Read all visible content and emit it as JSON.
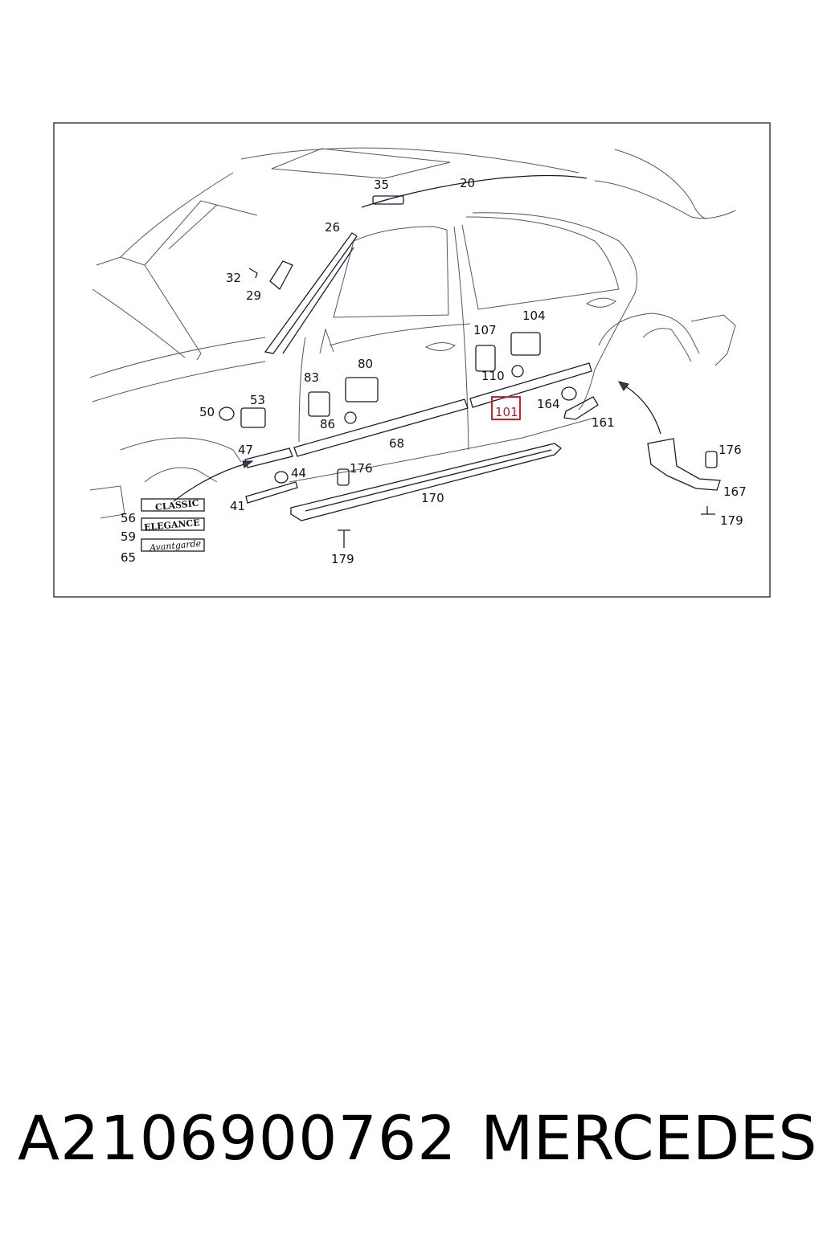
{
  "diagram": {
    "callouts": [
      {
        "id": "c20",
        "label": "20"
      },
      {
        "id": "c35",
        "label": "35"
      },
      {
        "id": "c26",
        "label": "26"
      },
      {
        "id": "c32",
        "label": "32"
      },
      {
        "id": "c29",
        "label": "29"
      },
      {
        "id": "c107",
        "label": "107"
      },
      {
        "id": "c104",
        "label": "104"
      },
      {
        "id": "c83",
        "label": "83"
      },
      {
        "id": "c80",
        "label": "80"
      },
      {
        "id": "c110",
        "label": "110"
      },
      {
        "id": "c50",
        "label": "50"
      },
      {
        "id": "c53",
        "label": "53"
      },
      {
        "id": "c86",
        "label": "86"
      },
      {
        "id": "c164",
        "label": "164"
      },
      {
        "id": "c101",
        "label": "101"
      },
      {
        "id": "c161",
        "label": "161"
      },
      {
        "id": "c47",
        "label": "47"
      },
      {
        "id": "c68",
        "label": "68"
      },
      {
        "id": "c176a",
        "label": "176"
      },
      {
        "id": "c176b",
        "label": "176"
      },
      {
        "id": "c44",
        "label": "44"
      },
      {
        "id": "c167",
        "label": "167"
      },
      {
        "id": "c41",
        "label": "41"
      },
      {
        "id": "c170",
        "label": "170"
      },
      {
        "id": "c179a",
        "label": "179"
      },
      {
        "id": "c179b",
        "label": "179"
      },
      {
        "id": "c56",
        "label": "56"
      },
      {
        "id": "c59",
        "label": "59"
      },
      {
        "id": "c65",
        "label": "65"
      }
    ],
    "highlighted": "101",
    "badges": {
      "classic": "CLASSIC",
      "elegance": "ELEGANCE",
      "avantgarde": "Avantgarde"
    },
    "highlight_color": "#d0202e"
  },
  "footer": {
    "part_number": "A2106900762",
    "brand": "MERCEDES"
  }
}
